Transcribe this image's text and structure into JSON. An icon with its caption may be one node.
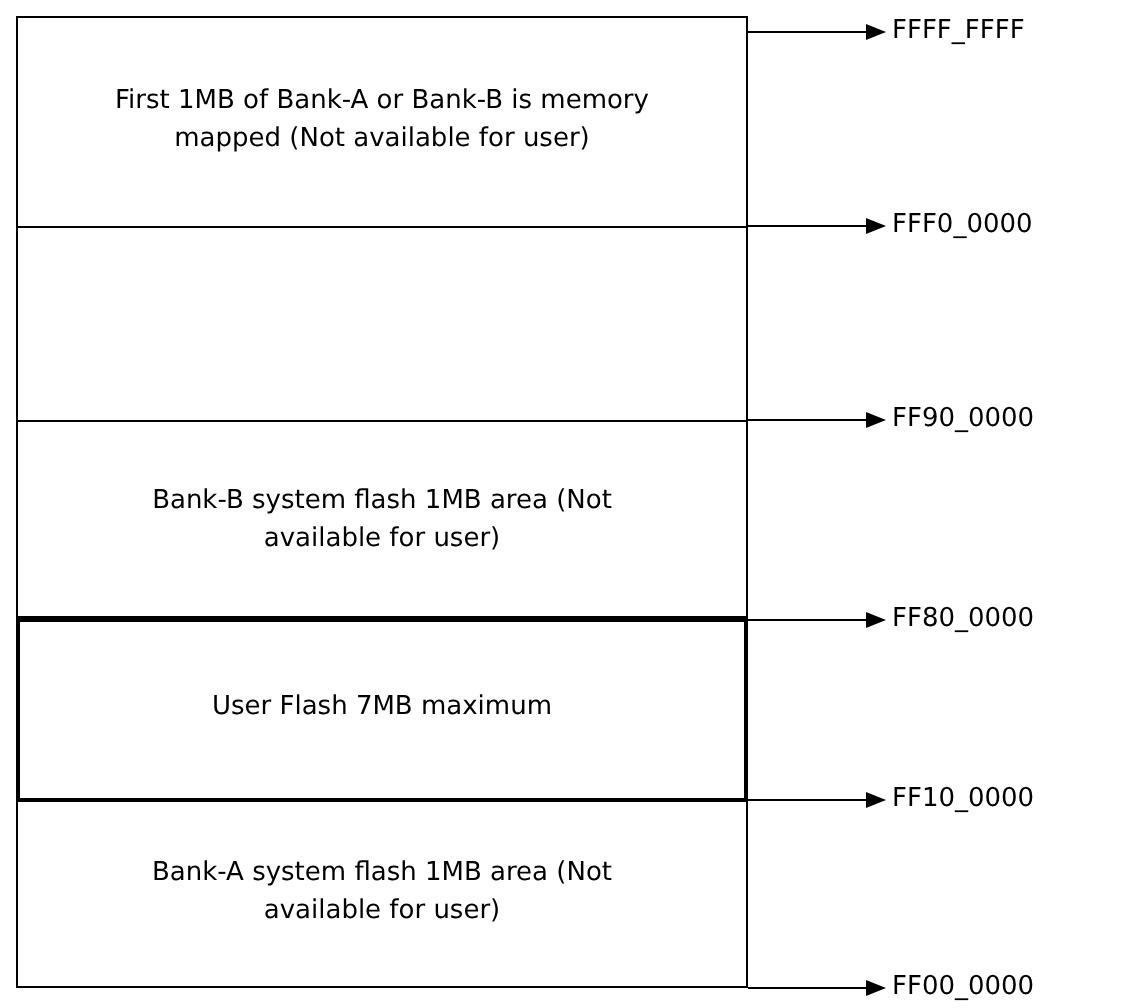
{
  "diagram": {
    "nodes": [
      {
        "text": [
          "First 1MB of Bank-A or Bank-B is memory mapped (Not available for user)"
        ]
      },
      {
        "text": [],
        "shape": "box"
      },
      {
        "text": [
          "Bank-B system flash 1MB area (Not available for user)"
        ]
      },
      {
        "text": [
          "User Flash 7MB maximum"
        ]
      },
      {
        "text": [
          "Bank-A system flash 1MB area (Not available for user)"
        ]
      },
      {
        "text": [
          "FFFF_FFFF"
        ]
      },
      {
        "text": [
          "FFF0_0000"
        ]
      },
      {
        "text": [
          "FF90_0000"
        ]
      },
      {
        "text": [
          "FF80_0000"
        ]
      },
      {
        "text": [
          "FF10_0000"
        ]
      },
      {
        "text": [
          "FF00_0000"
        ]
      }
    ],
    "edges": [
      {
        "from": 0,
        "to": 5,
        "arrow": "to"
      },
      {
        "from": 1,
        "to": 6,
        "arrow": "to"
      },
      {
        "from": 1,
        "to": 7,
        "arrow": "to"
      },
      {
        "from": 3,
        "to": 8,
        "arrow": "to"
      },
      {
        "from": 3,
        "to": 9,
        "arrow": "to"
      },
      {
        "from": 4,
        "to": 10,
        "arrow": "to"
      }
    ]
  }
}
